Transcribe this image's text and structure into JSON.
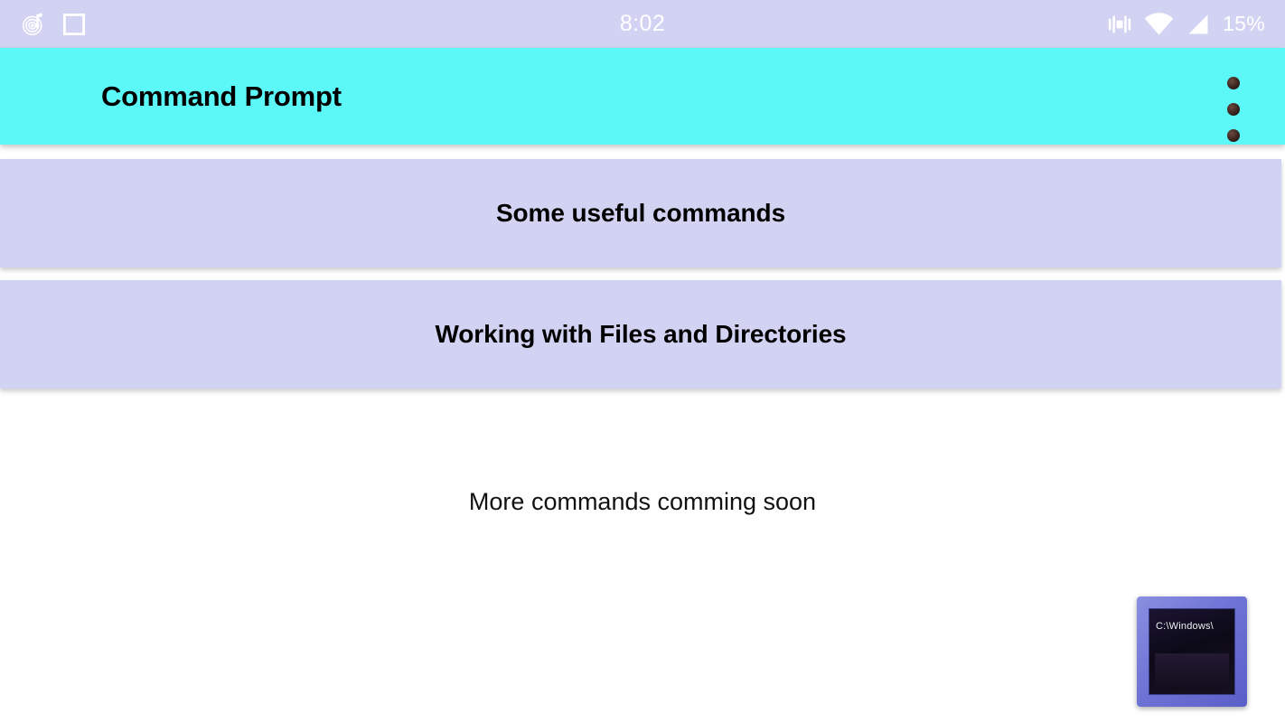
{
  "status_bar": {
    "background_color": "#d2d2f3",
    "clock": "8:02",
    "battery_percent": "15%",
    "left_icons": [
      {
        "name": "music-notification-icon",
        "glyph": "vinyl-record-note"
      },
      {
        "name": "square-notification-icon",
        "glyph": "square-outline"
      }
    ],
    "right_icons": [
      {
        "name": "vibrate-icon",
        "glyph": "vibration"
      },
      {
        "name": "wifi-icon",
        "glyph": "wifi-full"
      },
      {
        "name": "cellular-signal-icon",
        "glyph": "signal-bars"
      }
    ]
  },
  "app_bar": {
    "title": "Command Prompt",
    "background_color": "#5cf7f7",
    "title_color": "#000000",
    "overflow_menu": {
      "name": "more-options",
      "dot_count": 3
    }
  },
  "main": {
    "cards": [
      {
        "label": "Some useful commands"
      },
      {
        "label": "Working with Files and Directories"
      }
    ],
    "card_background_color": "#d2d2f3",
    "note": "More commands comming soon"
  },
  "app_icon": {
    "name": "command-prompt-icon",
    "console_text": "C:\\Windows\\",
    "frame_color": "#6f74d6"
  }
}
